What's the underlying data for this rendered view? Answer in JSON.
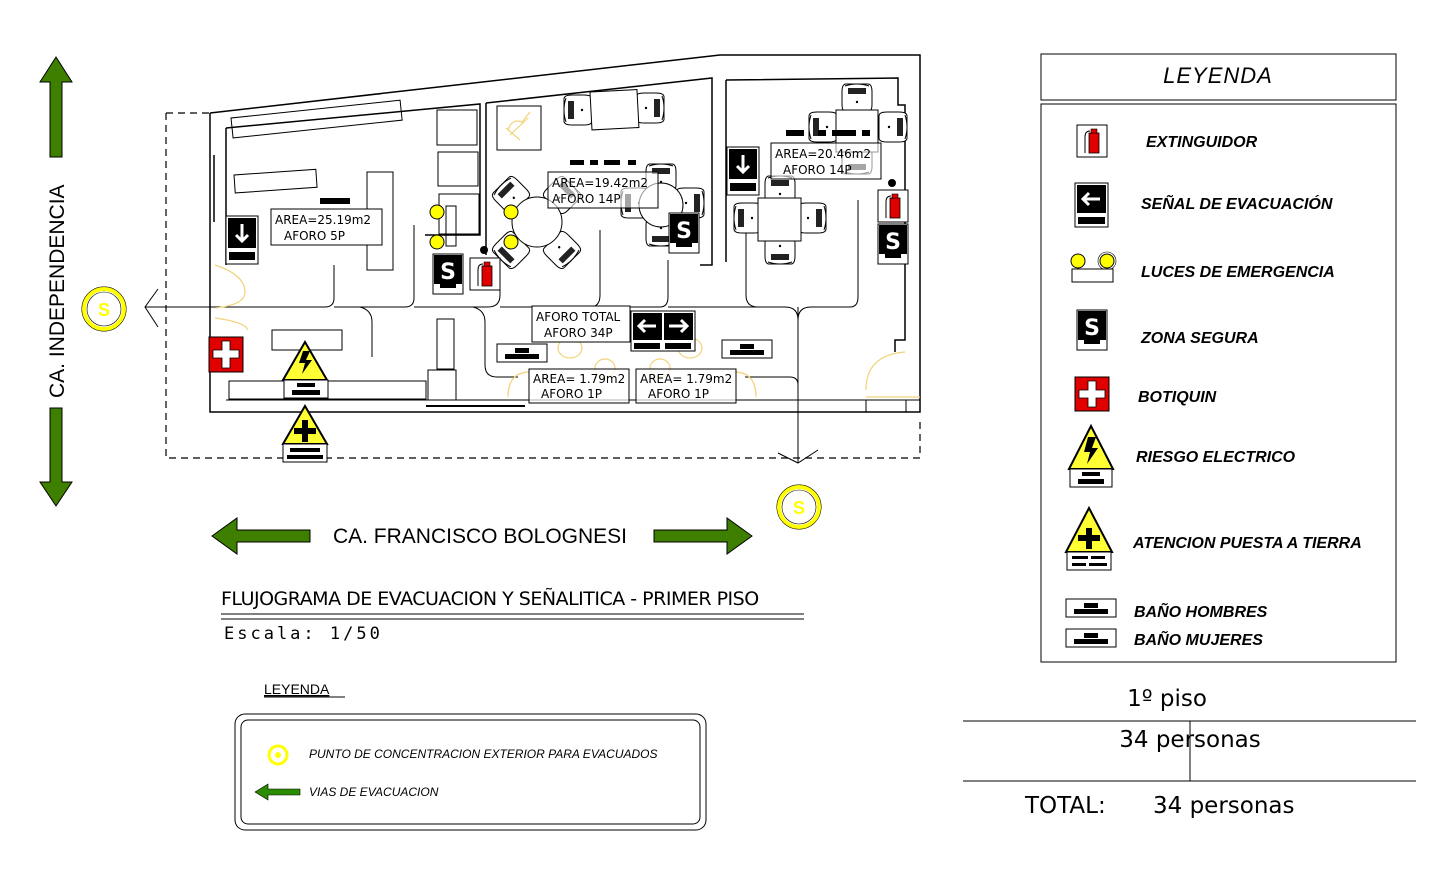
{
  "streets": {
    "west": "CA. INDEPENDENCIA",
    "south": "CA. FRANCISCO BOLOGNESI"
  },
  "plan": {
    "rooms": [
      {
        "area": "AREA=25.19m2",
        "aforo": "AFORO 5P"
      },
      {
        "area": "AREA=19.42m2",
        "aforo": "AFORO 14P"
      },
      {
        "area": "AREA=20.46m2",
        "aforo": "AFORO 14P"
      },
      {
        "area": "AREA= 1.79m2",
        "aforo": "AFORO 1P"
      },
      {
        "area": "AREA= 1.79m2",
        "aforo": "AFORO 1P"
      }
    ],
    "aforo_total_label": "AFORO TOTAL",
    "aforo_total_value": "AFORO 34P",
    "safe_point_letter": "S"
  },
  "title": {
    "main": "FLUJOGRAMA DE EVACUACION Y SEÑALITICA - PRIMER PISO",
    "scale": "Escala:  1/50"
  },
  "legend_main": {
    "title": "LEYENDA",
    "items": [
      {
        "icon": "fire-extinguisher-icon",
        "label": "EXTINGUIDOR"
      },
      {
        "icon": "evacuation-sign-icon",
        "label": "SEÑAL DE EVACUACIÓN"
      },
      {
        "icon": "emergency-lights-icon",
        "label": "LUCES DE EMERGENCIA"
      },
      {
        "icon": "safe-zone-icon",
        "label": "ZONA SEGURA"
      },
      {
        "icon": "first-aid-icon",
        "label": "BOTIQUIN"
      },
      {
        "icon": "electric-risk-icon",
        "label": "RIESGO ELECTRICO"
      },
      {
        "icon": "ground-warning-icon",
        "label": "ATENCION PUESTA A TIERRA"
      },
      {
        "icon": "mens-restroom-icon",
        "label": "BAÑO HOMBRES"
      },
      {
        "icon": "womens-restroom-icon",
        "label": "BAÑO MUJERES"
      }
    ]
  },
  "legend_small": {
    "title": "LEYENDA",
    "items": [
      {
        "icon": "assembly-point-icon",
        "label": "PUNTO DE CONCENTRACION EXTERIOR PARA EVACUADOS"
      },
      {
        "icon": "evacuation-route-arrow-icon",
        "label": "VIAS DE EVACUACION"
      }
    ]
  },
  "summary": {
    "floor": "1º piso",
    "floor_people": "34 personas",
    "total_label": "TOTAL:",
    "total_people": "34 personas"
  },
  "colors": {
    "arrow_green": "#3f7f00",
    "safe_yellow": "#ffff00",
    "warning_yellow": "#ffff33",
    "red": "#e00000",
    "door_arc": "#f2d27a"
  }
}
